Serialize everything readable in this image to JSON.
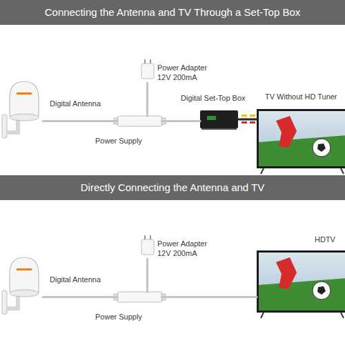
{
  "diagram": {
    "nodes": [
      {
        "text": [
          "Connecting the Antenna and TV Through a Set-Top Box"
        ]
      },
      {
        "text": [
          "Power Adapter",
          "12V 200mA"
        ]
      },
      {
        "text": [
          "Digital Antenna"
        ]
      },
      {
        "text": [
          "Power Supply"
        ]
      },
      {
        "text": [
          "Digital Set-Top Box"
        ]
      },
      {
        "text": [
          "TV Without HD Tuner"
        ]
      },
      {
        "text": [
          "Directly Connecting the Antenna and TV"
        ]
      },
      {
        "text": [
          "Power Adapter",
          "12V 200mA"
        ]
      },
      {
        "text": [
          "Digital Antenna"
        ]
      },
      {
        "text": [
          "Power Supply"
        ]
      },
      {
        "text": [
          "HDTV"
        ]
      }
    ],
    "edges": [
      {
        "from": 2,
        "to": 3,
        "arrow": "none"
      },
      {
        "from": 1,
        "to": 3,
        "arrow": "none"
      },
      {
        "from": 3,
        "to": 4,
        "arrow": "none"
      },
      {
        "from": 4,
        "to": 5,
        "arrow": "none"
      },
      {
        "from": 8,
        "to": 9,
        "arrow": "none"
      },
      {
        "from": 7,
        "to": 9,
        "arrow": "none"
      },
      {
        "from": 9,
        "to": 10,
        "arrow": "none"
      }
    ]
  }
}
